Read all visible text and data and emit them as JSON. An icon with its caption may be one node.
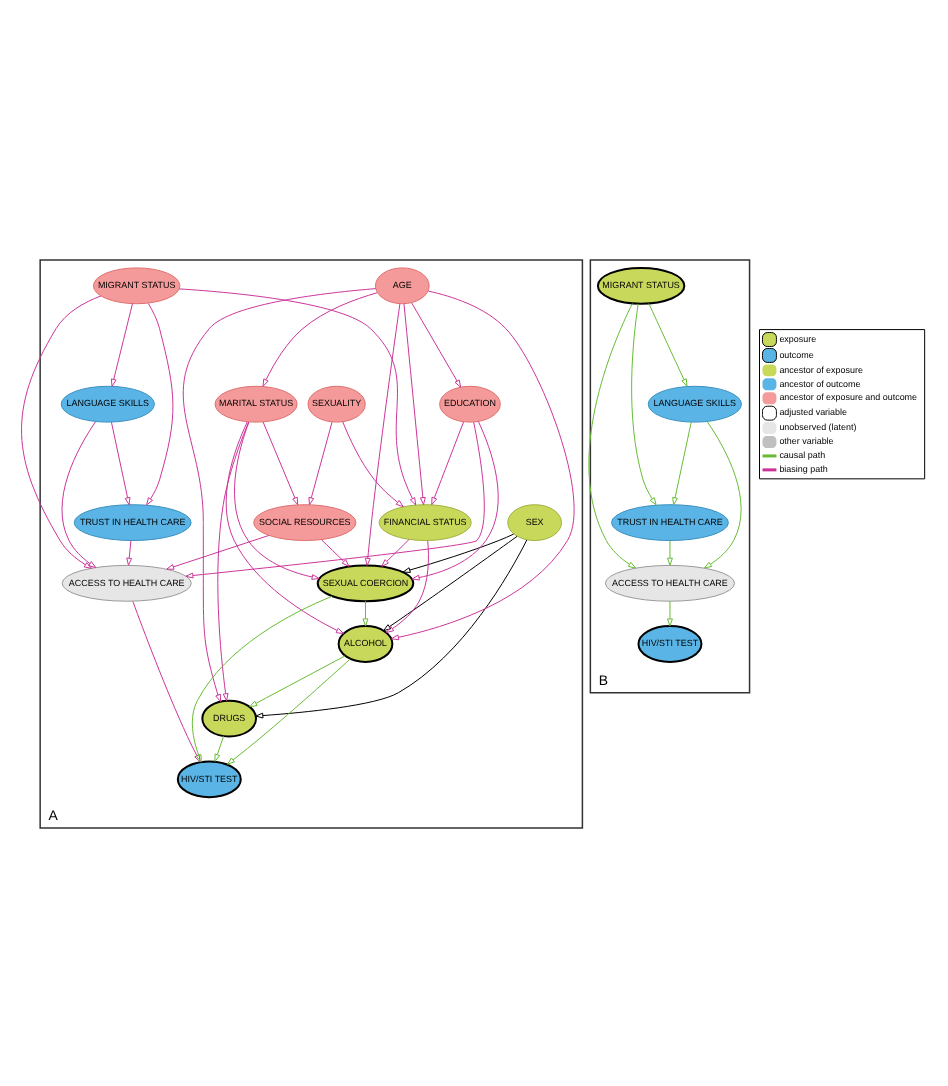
{
  "diagram": {
    "nodes": [
      {
        "text": [
          "A"
        ]
      },
      {
        "text": [
          "SEX"
        ],
        "in": 0
      },
      {
        "text": [
          "SEXUALITY"
        ],
        "in": 0
      },
      {
        "text": [
          "FINANCIAL STATUS"
        ],
        "in": 0
      },
      {
        "text": [
          "AGE"
        ],
        "in": 0
      },
      {
        "text": [
          "MARITAL STATUS"
        ],
        "in": 0
      },
      {
        "text": [
          "EDUCATION"
        ],
        "in": 0
      },
      {
        "text": [
          "SOCIAL RESOURCES"
        ],
        "in": 0
      },
      {
        "text": [
          "MIGRANT STATUS"
        ],
        "in": 0
      },
      {
        "text": [
          "ACCESS TO HEALTH CARE"
        ],
        "in": 0
      },
      {
        "text": [
          "TRUST IN HEALTH CARE"
        ],
        "in": 0
      },
      {
        "text": [
          "LANGUAGE SKILLS"
        ],
        "in": 0
      },
      {
        "text": [
          "SEXUAL COERCION"
        ],
        "in": 0
      },
      {
        "text": [
          "ALCOHOL"
        ],
        "in": 0
      },
      {
        "text": [
          "DRUGS"
        ],
        "in": 0
      },
      {
        "text": [
          "HIV/STI TEST"
        ],
        "in": 0
      },
      {
        "text": [
          "B"
        ]
      },
      {
        "text": [
          "MIGRANT STATUS"
        ],
        "in": 16
      },
      {
        "text": [
          "ACCESS TO HEALTH CARE"
        ],
        "in": 16
      },
      {
        "text": [
          "HIV/STI TEST"
        ],
        "in": 16
      },
      {
        "text": [
          "TRUST IN HEALTH CARE"
        ],
        "in": 16
      },
      {
        "text": [
          "LANGUAGE SKILLS"
        ],
        "in": 16
      }
    ],
    "edges": [
      {
        "from": 1,
        "to": 12,
        "arrow": "to",
        "color": "#000000"
      },
      {
        "from": 1,
        "to": 13,
        "arrow": "to",
        "color": "#000000"
      },
      {
        "from": 1,
        "to": 14,
        "arrow": "to",
        "color": "#000000"
      },
      {
        "from": 2,
        "to": 3,
        "arrow": "to"
      },
      {
        "from": 2,
        "to": 7,
        "arrow": "to"
      },
      {
        "from": 3,
        "to": 12,
        "arrow": "to"
      },
      {
        "from": 3,
        "to": 13,
        "arrow": "to"
      },
      {
        "from": 4,
        "to": 3,
        "arrow": "to"
      },
      {
        "from": 4,
        "to": 5,
        "arrow": "to"
      },
      {
        "from": 4,
        "to": 6,
        "arrow": "to"
      },
      {
        "from": 4,
        "to": 12,
        "arrow": "to"
      },
      {
        "from": 4,
        "to": 13,
        "arrow": "to"
      },
      {
        "from": 4,
        "to": 14,
        "arrow": "to"
      },
      {
        "from": 5,
        "to": 12,
        "arrow": "to"
      },
      {
        "from": 5,
        "to": 13,
        "arrow": "to"
      },
      {
        "from": 5,
        "to": 14,
        "arrow": "to"
      },
      {
        "from": 5,
        "to": 7,
        "arrow": "to"
      },
      {
        "from": 6,
        "to": 3,
        "arrow": "to"
      },
      {
        "from": 6,
        "to": 12,
        "arrow": "to"
      },
      {
        "from": 6,
        "to": 9,
        "arrow": "to"
      },
      {
        "from": 7,
        "to": 12,
        "arrow": "to"
      },
      {
        "from": 7,
        "to": 9,
        "arrow": "to"
      },
      {
        "from": 8,
        "to": 3,
        "arrow": "to"
      },
      {
        "from": 8,
        "to": 9,
        "arrow": "to"
      },
      {
        "from": 8,
        "to": 10,
        "arrow": "to"
      },
      {
        "from": 8,
        "to": 11,
        "arrow": "to"
      },
      {
        "from": 10,
        "to": 9,
        "arrow": "to"
      },
      {
        "from": 11,
        "to": 9,
        "arrow": "to"
      },
      {
        "from": 11,
        "to": 10,
        "arrow": "to"
      },
      {
        "from": 9,
        "to": 15,
        "arrow": "to"
      },
      {
        "from": 12,
        "to": 13,
        "arrow": "to",
        "color": "#66bb33"
      },
      {
        "from": 12,
        "to": 15,
        "arrow": "to",
        "color": "#66bb33"
      },
      {
        "from": 13,
        "to": 14,
        "arrow": "to",
        "color": "#66bb33"
      },
      {
        "from": 13,
        "to": 15,
        "arrow": "to",
        "color": "#66bb33"
      },
      {
        "from": 14,
        "to": 15,
        "arrow": "to",
        "color": "#66bb33"
      },
      {
        "from": 17,
        "to": 18,
        "arrow": "to",
        "color": "#66bb33"
      },
      {
        "from": 17,
        "to": 20,
        "arrow": "to",
        "color": "#66bb33"
      },
      {
        "from": 17,
        "to": 21,
        "arrow": "to",
        "color": "#66bb33"
      },
      {
        "from": 20,
        "to": 18,
        "arrow": "to",
        "color": "#66bb33"
      },
      {
        "from": 21,
        "to": 18,
        "arrow": "to",
        "color": "#66bb33"
      },
      {
        "from": 21,
        "to": 20,
        "arrow": "to",
        "color": "#66bb33"
      },
      {
        "from": 18,
        "to": 19,
        "arrow": "to",
        "color": "#66bb33"
      }
    ],
    "legend": [
      {
        "text": "exposure"
      },
      {
        "text": "outcome"
      },
      {
        "text": "ancestor of exposure",
        "color": "#c8d85a"
      },
      {
        "text": "ancestor of outcome",
        "color": "#5ab4e6"
      },
      {
        "text": "ancestor of exposure and outcome",
        "color": "#f49a9a"
      },
      {
        "text": "adjusted variable"
      },
      {
        "text": "unobserved (latent)",
        "color": "#e6e6e6"
      },
      {
        "text": "other variable",
        "color": "#c0c0c0"
      },
      {
        "text": "causal path"
      },
      {
        "text": "biasing path"
      }
    ]
  }
}
